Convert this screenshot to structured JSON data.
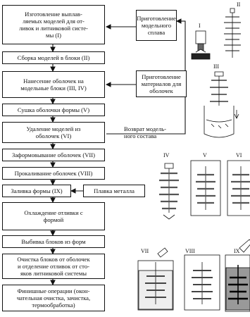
{
  "steps": [
    "Изготовление выплав-\nляемых моделей для от-\nливок и литниковой систе-\nмы (I)",
    "Сборка моделей в блоки (II)",
    "Нанесение оболочек на\nмодельные блоки (III, IV)",
    "Сушка оболочки формы (V)",
    "Удаление моделей из\nоболочек (VI)",
    "Заформовывание оболочек (VII)",
    "Прокаливание оболочек (VIII)",
    "Заливка формы (IX)",
    "Охлаждение отливки с\nформой",
    "Выбивка блоков из форм",
    "Очистка блоков от оболочек\nи отделение отливок от сто-\nяков литниковой системы",
    "Финишные операции (окон-\nчательная очистка, зачистка,\nтермообработка)"
  ],
  "side_boxes": {
    "model_alloy": "Приготовление\nмодельного\nсплава",
    "shell_materials": "Приготовление\nматериалов для\nоболочек",
    "metal_melting": "Плавка металла"
  },
  "return_label": "Возврат модель-\nного состава",
  "roman": {
    "i": "I",
    "ii": "II",
    "iii": "III",
    "iv": "IV",
    "v": "V",
    "vi": "VI",
    "vii": "VII",
    "viii": "VIII",
    "ix": "IX"
  }
}
